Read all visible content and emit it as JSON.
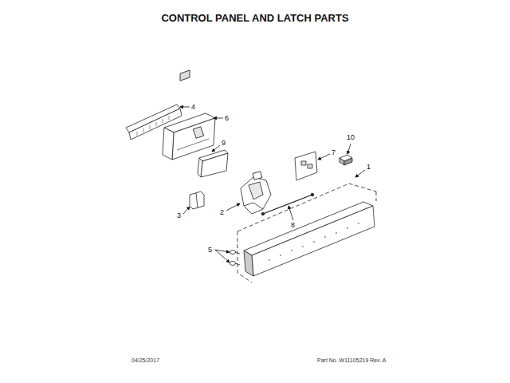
{
  "diagram": {
    "title": "CONTROL PANEL AND LATCH PARTS",
    "labels": [
      "4",
      "6",
      "9",
      "10",
      "7",
      "1",
      "3",
      "2",
      "8",
      "5",
      "04/25/2017",
      "Part No. W11105219 Rev. A"
    ]
  }
}
